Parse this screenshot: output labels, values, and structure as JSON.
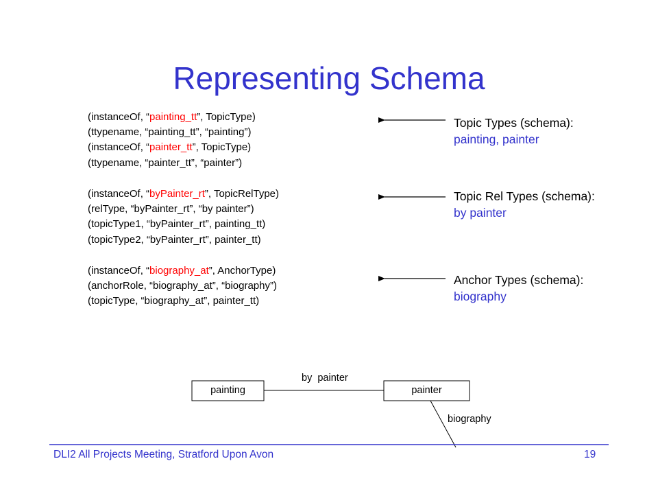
{
  "title": "Representing Schema",
  "groups": [
    {
      "lines": [
        {
          "pre": "(instanceOf, “",
          "hl": "painting_tt",
          "post": "”, TopicType)"
        },
        {
          "pre": "(ttypename, “painting_tt”, “painting”)",
          "hl": "",
          "post": ""
        },
        {
          "pre": "(instanceOf, “",
          "hl": "painter_tt",
          "post": "”, TopicType)"
        },
        {
          "pre": "(ttypename, “painter_tt”, “painter”)",
          "hl": "",
          "post": ""
        }
      ],
      "annotation": {
        "heading": "Topic Types (schema):",
        "detail": "painting, painter"
      }
    },
    {
      "lines": [
        {
          "pre": "(instanceOf, “",
          "hl": "byPainter_rt",
          "post": "”, TopicRelType)"
        },
        {
          "pre": "(relType, “byPainter_rt”, “by painter”)",
          "hl": "",
          "post": ""
        },
        {
          "pre": "(topicType1, “byPainter_rt”, painting_tt)",
          "hl": "",
          "post": ""
        },
        {
          "pre": "(topicType2, “byPainter_rt”, painter_tt)",
          "hl": "",
          "post": ""
        }
      ],
      "annotation": {
        "heading": "Topic Rel Types (schema):",
        "detail": "by painter"
      }
    },
    {
      "lines": [
        {
          "pre": "(instanceOf, “",
          "hl": "biography_at",
          "post": "”, AnchorType)"
        },
        {
          "pre": "(anchorRole, “biography_at”, “biography”)",
          "hl": "",
          "post": ""
        },
        {
          "pre": "(topicType, “biography_at”, painter_tt)",
          "hl": "",
          "post": ""
        }
      ],
      "annotation": {
        "heading": "Anchor Types (schema):",
        "detail": "biography"
      }
    }
  ],
  "diagram": {
    "box_left": "painting",
    "box_right": "painter",
    "relation_label": "by  painter",
    "anchor_label": "biography"
  },
  "footer": {
    "left": "DLI2 All Projects Meeting, Stratford Upon Avon",
    "page": "19"
  },
  "colors": {
    "title": "#3333cc",
    "highlight": "#ff0000",
    "rule": "#3333cc"
  }
}
